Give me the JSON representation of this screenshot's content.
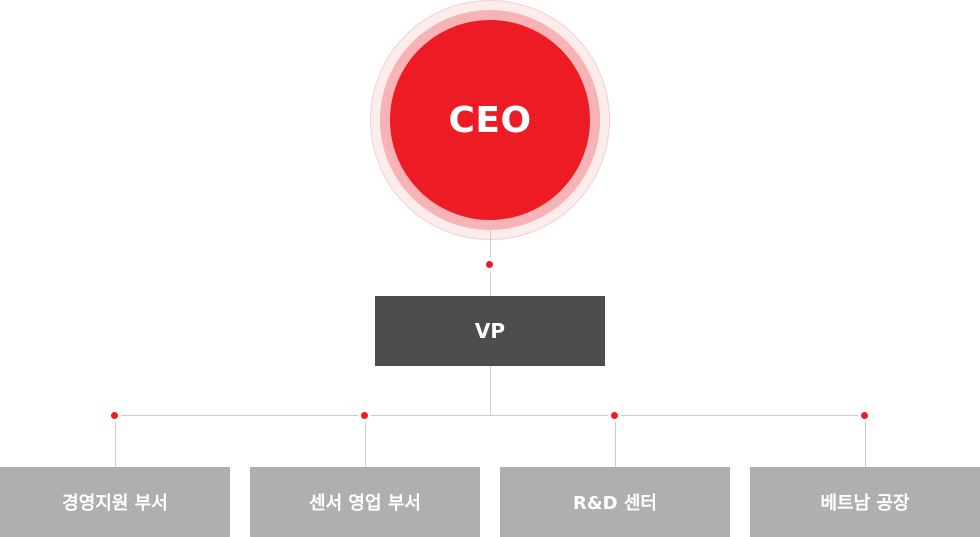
{
  "org_chart": {
    "ceo": {
      "label": "CEO"
    },
    "vp": {
      "label": "VP"
    },
    "departments": [
      {
        "label": "경영지원 부서"
      },
      {
        "label": "센서 영업 부서"
      },
      {
        "label": "R&D 센터"
      },
      {
        "label": "베트남 공장"
      }
    ]
  },
  "colors": {
    "accent_red": "#ed1c24",
    "vp_box": "#4d4d4d",
    "department_box": "#b0afaf",
    "connector_line": "#cccccc"
  }
}
